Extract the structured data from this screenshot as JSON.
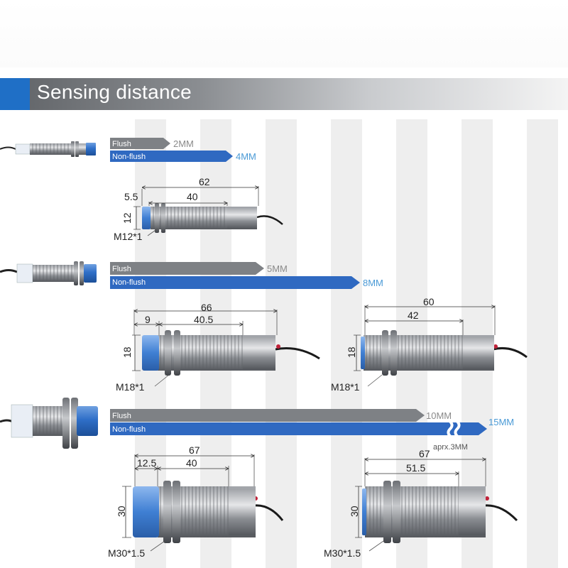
{
  "header": {
    "title": "Sensing distance"
  },
  "labels": {
    "flush": "Flush",
    "nonflush": "Non-flush"
  },
  "sensors": [
    {
      "flush_distance": "2MM",
      "nonflush_distance": "4MM",
      "dims": {
        "total": "62",
        "thread": "40",
        "offset": "5.5",
        "diameter": "12",
        "thread_spec": "M12*1"
      }
    },
    {
      "flush_distance": "5MM",
      "nonflush_distance": "8MM",
      "dims_a": {
        "total": "66",
        "thread": "40.5",
        "offset": "9",
        "diameter": "18",
        "thread_spec": "M18*1"
      },
      "dims_b": {
        "total": "60",
        "thread": "42",
        "diameter": "18",
        "thread_spec": "M18*1"
      }
    },
    {
      "flush_distance": "10MM",
      "nonflush_distance": "15MM",
      "note": "aprx.3MM",
      "dims_a": {
        "total": "67",
        "thread": "40",
        "offset": "12.5",
        "diameter": "30",
        "thread_spec": "M30*1.5"
      },
      "dims_b": {
        "total": "67",
        "thread": "51.5",
        "diameter": "30",
        "thread_spec": "M30*1.5"
      }
    }
  ],
  "colors": {
    "accent_blue": "#1f6fc6",
    "flush_gray": "#7e8185",
    "nonflush_blue": "#2f69c1",
    "label_gray": "#8a8a8a",
    "label_blue": "#4a9ad6",
    "stripe": "#eeeeee"
  }
}
